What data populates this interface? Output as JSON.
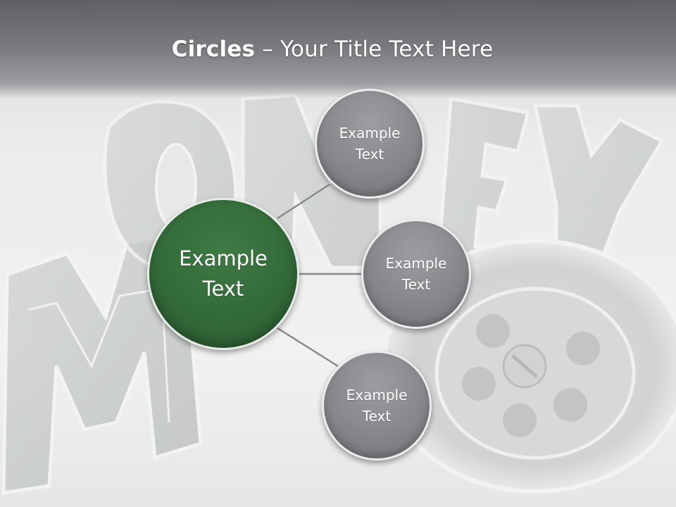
{
  "title": {
    "bold": "Circles",
    "rest": " – Your Title Text Here"
  },
  "hub": {
    "label_line1": "Example",
    "label_line2": "Text",
    "color": "#336a39"
  },
  "satellites": [
    {
      "label_line1": "Example",
      "label_line2": "Text"
    },
    {
      "label_line1": "Example",
      "label_line2": "Text"
    },
    {
      "label_line1": "Example",
      "label_line2": "Text"
    }
  ],
  "colors": {
    "title_band": "#6f7074",
    "satellite": "#85878b",
    "connector": "#8a8a8a"
  }
}
